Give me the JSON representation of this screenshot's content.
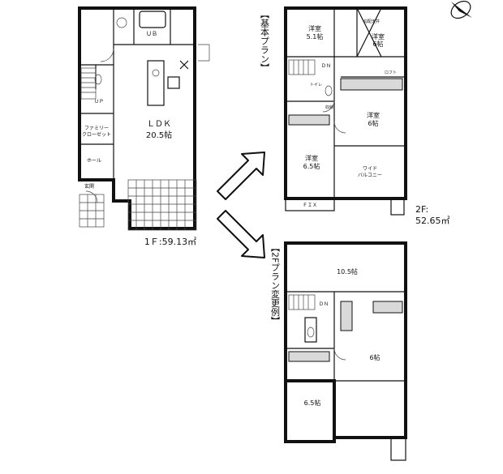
{
  "floor1": {
    "area": "1Ｆ:59.13㎡",
    "ldk": "ＬＤＫ",
    "ldk_size": "20.5帖",
    "ub": "ＵＢ",
    "up": "ＵＰ",
    "family_closet": "ファミリー",
    "family_closet2": "クローゼット",
    "hall": "ホール",
    "entrance": "玄関"
  },
  "floor2": {
    "area_label": "2F:",
    "area_value": "52.65㎡",
    "western_a": "洋室",
    "western_a_size": "5.1帖",
    "western_b": "洋室",
    "western_b_size": "6帖",
    "western_c": "洋室",
    "western_c_size": "6帖",
    "western_d": "洋室",
    "western_d_size": "6.5帖",
    "wide_balcony": "ワイド",
    "wide_balcony2": "バルコニー",
    "dn": "ＤＮ",
    "toilet": "トイレ",
    "storage": "収納",
    "loft": "ロフト",
    "fix": "ＦＩＸ",
    "ceiling": "勾配天井"
  },
  "variant": {
    "room_big": "10.5帖",
    "room_mid": "6帖",
    "room_small": "6.5帖",
    "dn": "ＤＮ"
  },
  "headings": {
    "basic_plan": "【基本プラン】",
    "variant_plan": "【2Fプラン変更例】"
  }
}
